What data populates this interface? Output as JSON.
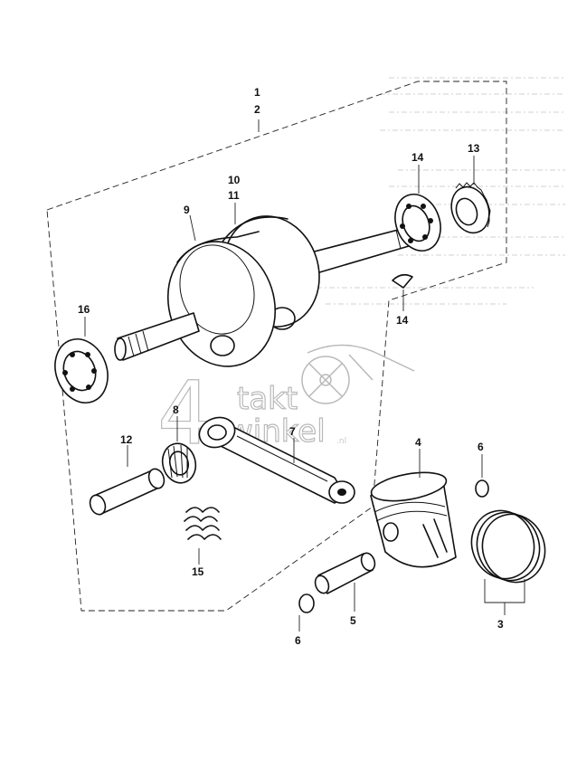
{
  "watermark": {
    "digit": "4",
    "line1": "takt",
    "line2": "winkel",
    "tld": ".nl"
  },
  "part_labels": {
    "p1": "1",
    "p2": "2",
    "p3": "3",
    "p4": "4",
    "p5": "5",
    "p6a": "6",
    "p6b": "6",
    "p7": "7",
    "p8": "8",
    "p9": "9",
    "p10": "10",
    "p11": "11",
    "p12": "12",
    "p13": "13",
    "p14a": "14",
    "p14b": "14",
    "p15": "15",
    "p16": "16"
  }
}
